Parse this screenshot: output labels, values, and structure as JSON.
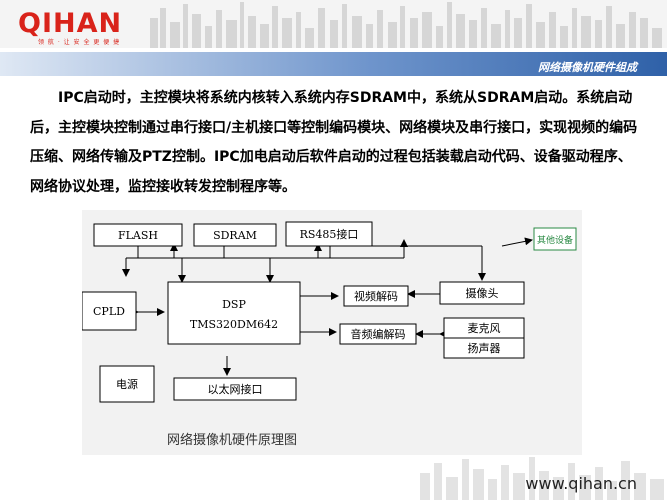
{
  "header": {
    "logo": "QIHAN",
    "tagline": "领 航 · 让 安 全 更 便 捷"
  },
  "section_title": "网络摄像机硬件组成",
  "paragraph": "IPC启动时，主控模块将系统内核转入系统内存SDRAM中，系统从SDRAM启动。系统启动后，主控模块控制通过串行接口/主机接口等控制编码模块、网络模块及串行接口，实现视频的编码压缩、网络传输及PTZ控制。IPC加电启动后软件启动的过程包括装载启动代码、设备驱动程序、网络协议处理，监控接收转发控制程序等。",
  "diagram": {
    "flash": "FLASH",
    "sdram": "SDRAM",
    "rs485": "RS485接口",
    "other": "其他设备",
    "cpld": "CPLD",
    "dsp": "DSP",
    "dsp_model": "TMS320DM642",
    "video_codec": "视频解码",
    "camera": "摄像头",
    "audio_codec": "音频编解码",
    "mic": "麦克风",
    "speaker": "扬声器",
    "power": "电源",
    "ethernet": "以太网接口",
    "caption": "网络摄像机硬件原理图"
  },
  "footer": {
    "url": "www.qihan.cn"
  },
  "colors": {
    "accent": "#d9231a",
    "bar": "#2f61a8",
    "other_device_box": "#2a8a44"
  }
}
